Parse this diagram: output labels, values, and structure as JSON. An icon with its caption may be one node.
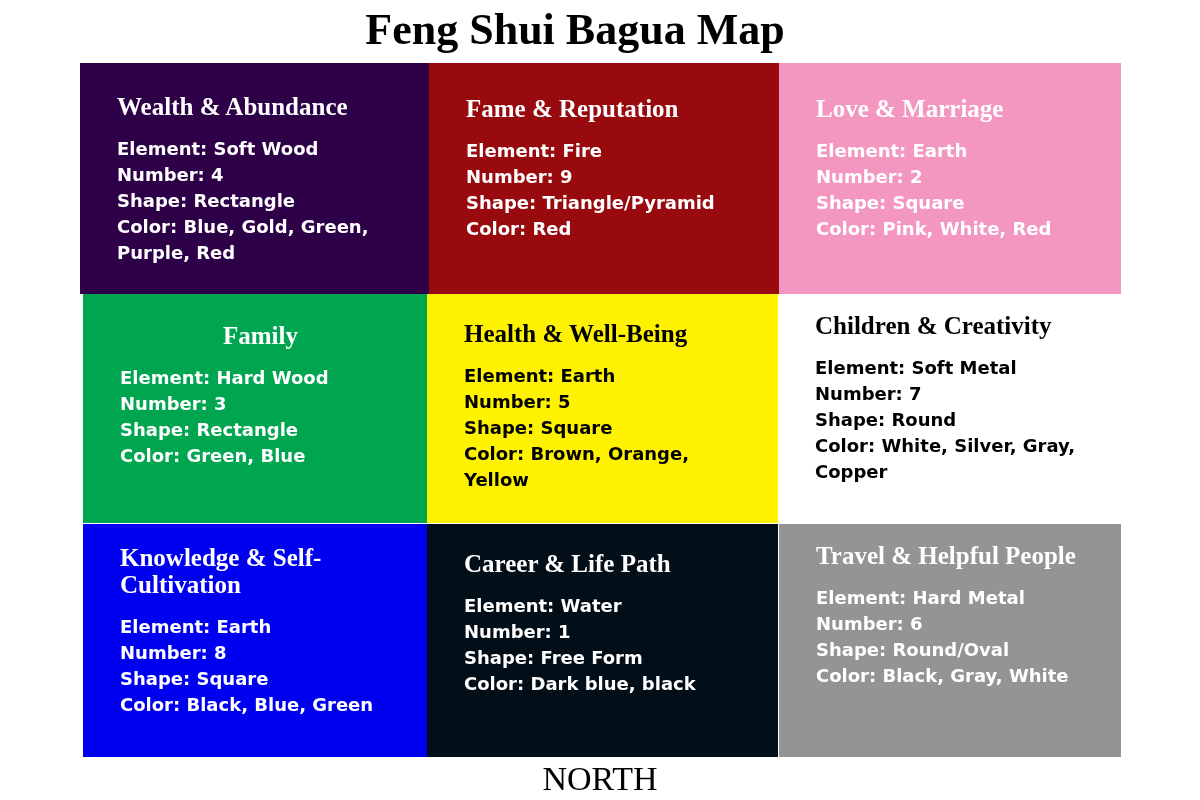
{
  "diagram": {
    "title": "Feng Shui Bagua Map",
    "nodes": [
      {
        "text": [
          "Wealth & Abundance",
          "Element: Soft Wood",
          "Number: 4",
          "Shape: Rectangle",
          "Color: Blue, Gold, Green, Purple, Red"
        ]
      },
      {
        "text": [
          "Fame & Reputation",
          "Element: Fire",
          "Number: 9",
          "Shape: Triangle/Pyramid",
          "Color: Red"
        ]
      },
      {
        "text": [
          "Love & Marriage",
          "Element: Earth",
          "Number: 2",
          "Shape: Square",
          "Color: Pink, White, Red"
        ]
      },
      {
        "text": [
          "Family",
          "Element: Hard Wood",
          "Number: 3",
          "Shape: Rectangle",
          "Color: Green, Blue"
        ]
      },
      {
        "text": [
          "Health & Well-Being",
          "Element: Earth",
          "Number: 5",
          "Shape: Square",
          "Color: Brown, Orange, Yellow"
        ]
      },
      {
        "text": [
          "Children & Creativity",
          "Element: Soft Metal",
          "Number: 7",
          "Shape: Round",
          "Color: White, Silver, Gray, Copper"
        ]
      },
      {
        "text": [
          "Knowledge & Self-Cultivation",
          "Element: Earth",
          "Number: 8",
          "Shape: Square",
          "Color: Black, Blue, Green"
        ]
      },
      {
        "text": [
          "Career & Life Path",
          "Element: Water",
          "Number: 1",
          "Shape: Free Form",
          "Color: Dark blue, black"
        ]
      },
      {
        "text": [
          "Travel & Helpful People",
          "Element: Hard Metal",
          "Number: 6",
          "Shape: Round/Oval",
          "Color: Black, Gray, White"
        ]
      }
    ],
    "labels": [
      "NORTH"
    ]
  }
}
